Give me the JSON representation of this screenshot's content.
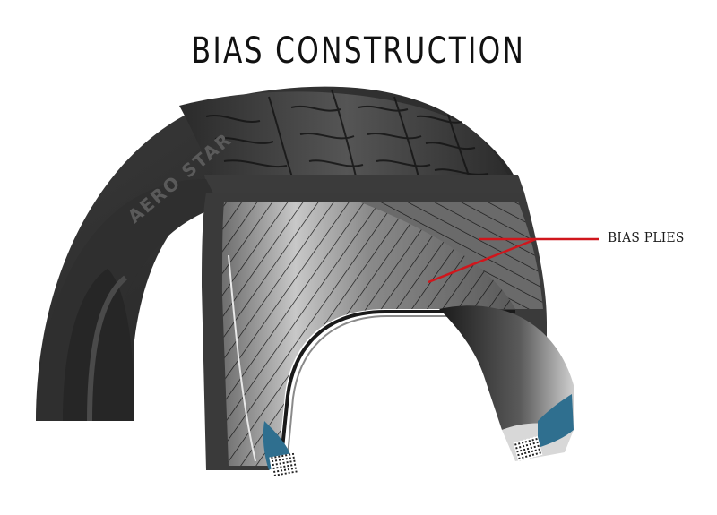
{
  "title": "BIAS CONSTRUCTION",
  "diagram": {
    "subject": "tire-cutaway",
    "brand_on_sidewall": "AERO STAR",
    "callouts": [
      {
        "label": "BIAS PLIES",
        "line_color": "#d0161c"
      }
    ],
    "colors": {
      "rubber_dark": "#2b2b2b",
      "tread": "#3a3a3a",
      "ply_light": "#9a9a9a",
      "bead_filler": "#2f6f8f",
      "callout_red": "#d0161c"
    }
  }
}
